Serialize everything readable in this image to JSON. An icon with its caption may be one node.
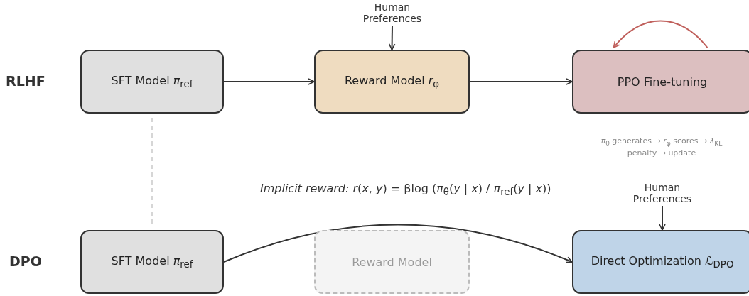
{
  "diagram": {
    "nodes": [
      {
        "text": [
          "SFT Model *π*$_{ref}$"
        ]
      },
      {
        "text": [
          "Human Preferences"
        ]
      },
      {
        "text": [
          "Reward Model *r*$_{φ}$"
        ]
      },
      {
        "text": [
          "PPO Fine-tuning"
        ],
        "beside": [
          "*π*$_{θ}$ generates → *r*$_{φ}$ scores → *λ*$_{KL}$ penalty → update"
        ]
      },
      {
        "text": [
          "SFT Model *π*$_{ref}$"
        ]
      },
      {
        "text": [
          "Reward Model"
        ]
      },
      {
        "text": [
          "Human Preferences"
        ]
      },
      {
        "text": [
          "Direct Optimization ℒ$_{DPO}$"
        ]
      }
    ],
    "edges": [
      {
        "from": 0,
        "to": 2,
        "arrow": "to"
      },
      {
        "from": 1,
        "to": 2,
        "arrow": "to"
      },
      {
        "from": 2,
        "to": 3,
        "arrow": "to"
      },
      {
        "from": 3,
        "to": 3,
        "arrow": "to",
        "color": "#c0605c"
      },
      {
        "from": 0,
        "to": 4,
        "arrow": "none",
        "style": "dashed",
        "color": "#c0c0c0"
      },
      {
        "from": 4,
        "to": 7,
        "arrow": "to"
      },
      {
        "from": 6,
        "to": 7,
        "arrow": "to"
      }
    ],
    "labels": [
      "RLHF",
      "DPO",
      "*Implicit reward:*  *r*(*x*, *y*) = βlog (*π*$_{θ}$(*y* | *x*) / *π*$_{ref}$(*y* | *x*))"
    ]
  }
}
